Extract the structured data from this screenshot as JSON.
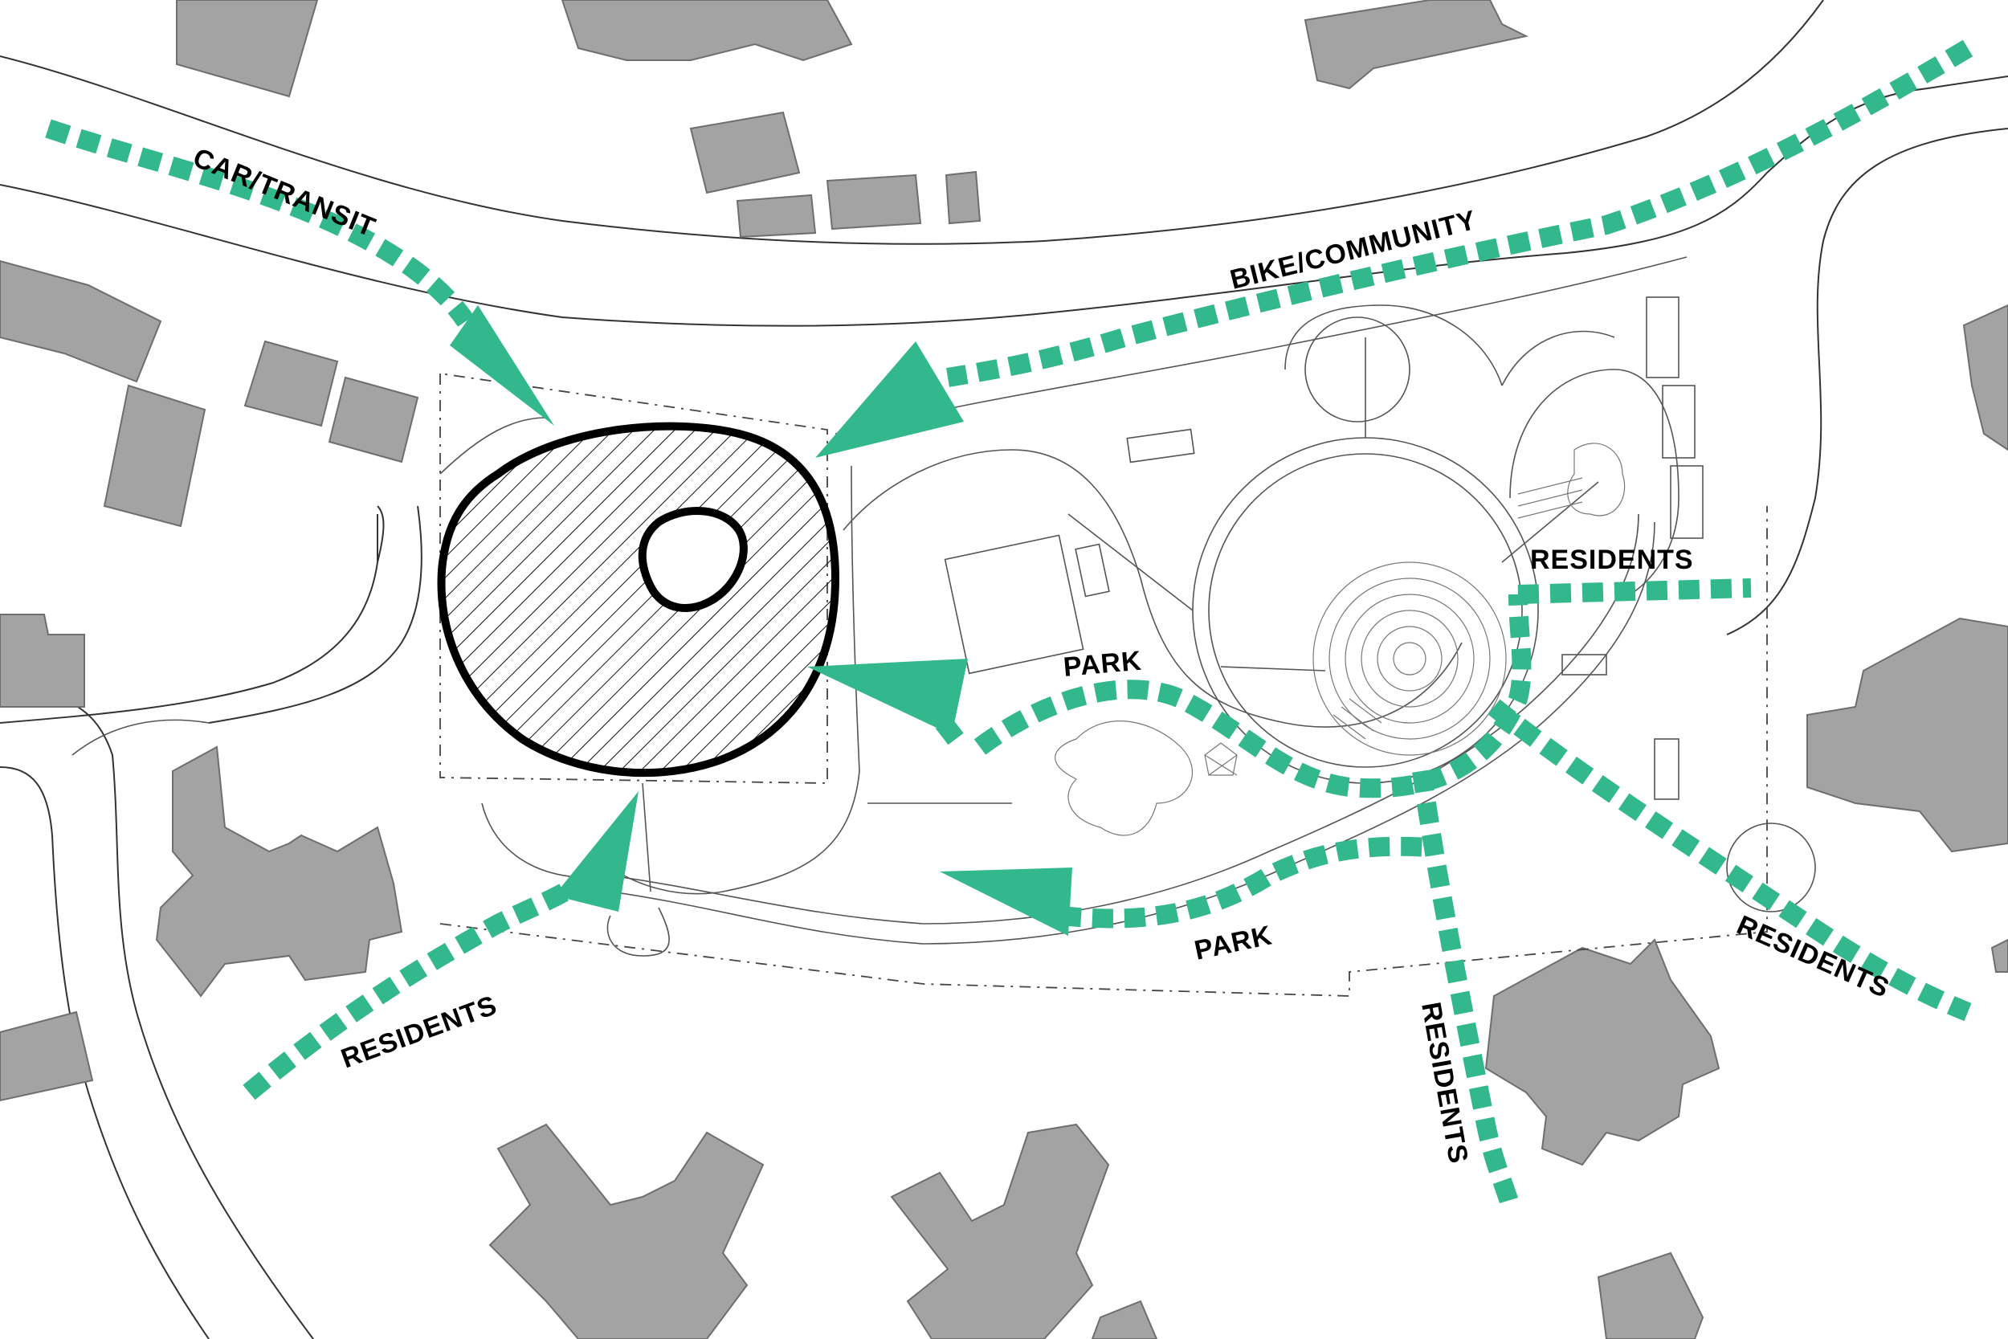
{
  "colors": {
    "flow": "#33b88e",
    "building": "#a3a3a3",
    "outline": "#000000"
  },
  "labels": {
    "car_transit": "CAR/TRANSIT",
    "bike_community": "BIKE/COMMUNITY",
    "residents_top": "RESIDENTS",
    "park_upper": "PARK",
    "park_lower": "PARK",
    "residents_left": "RESIDENTS",
    "residents_bottom": "RESIDENTS",
    "residents_right": "RESIDENTS"
  },
  "icons": {
    "flow_arrow": "triangle-arrowhead-icon",
    "site_marker": "hatched-blob-icon"
  }
}
